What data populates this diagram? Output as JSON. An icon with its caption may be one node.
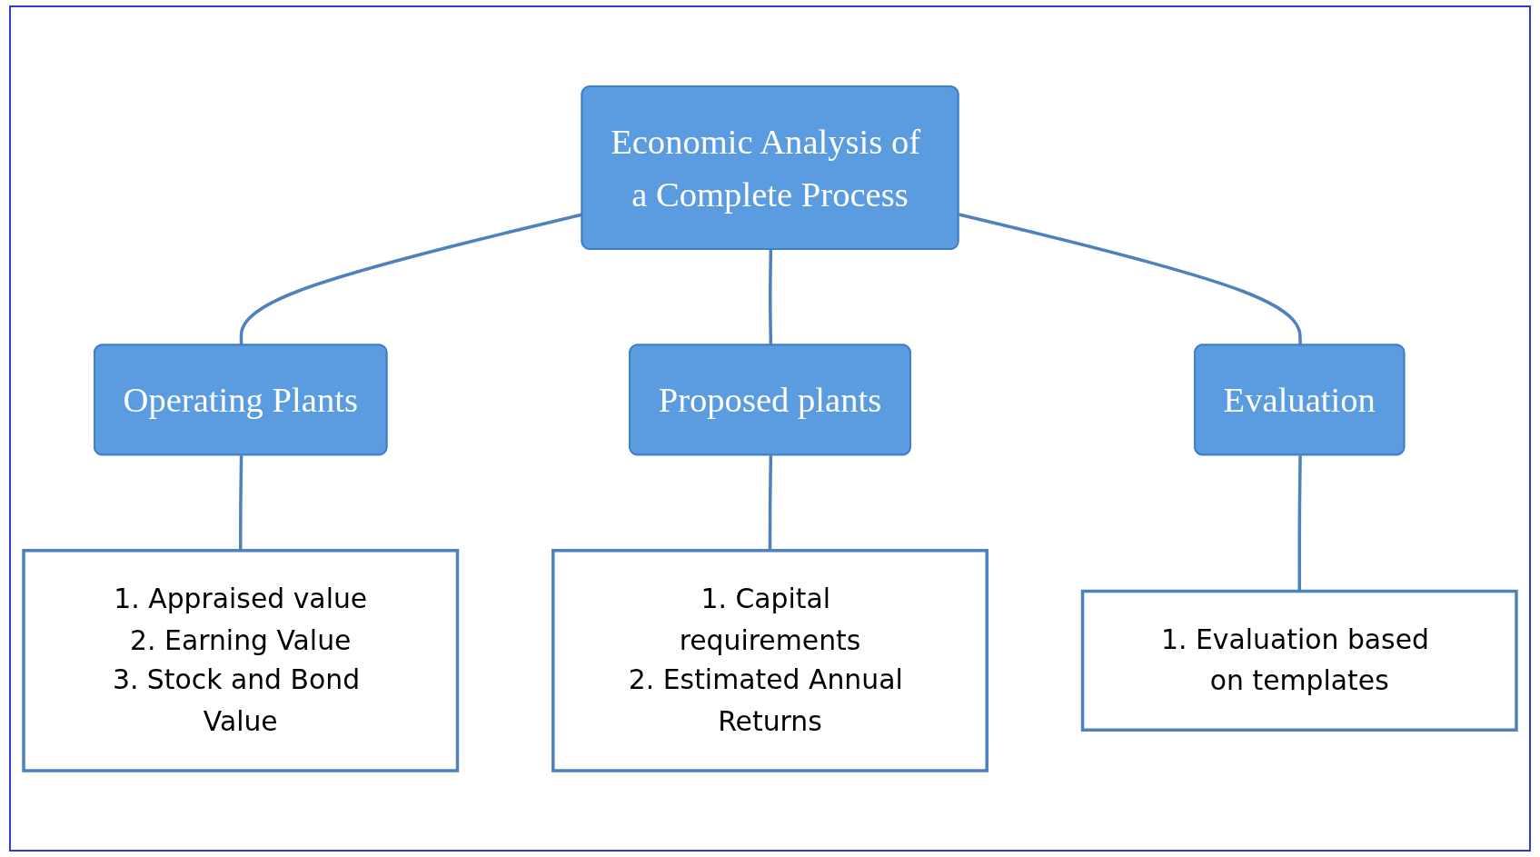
{
  "diagram": {
    "nodes": [
      {
        "text": [
          "Operating Plants"
        ]
      },
      {
        "text": [
          "1. Appraised value",
          "2. Earning Value",
          "3. Stock and Bond Value"
        ]
      },
      {
        "text": [
          "Economic Analysis of a Complete Process"
        ]
      },
      {
        "text": [
          "Proposed plants"
        ]
      },
      {
        "text": [
          "Evaluation"
        ]
      },
      {
        "text": [
          "1. Capital requirements",
          "2. Estimated Annual Returns"
        ]
      },
      {
        "text": [
          "1. Evaluation based on templates"
        ]
      }
    ],
    "edges": [
      {
        "from": 0,
        "to": 1,
        "arrow": "none"
      },
      {
        "from": 2,
        "to": 0,
        "arrow": "none"
      },
      {
        "from": 2,
        "to": 3,
        "arrow": "none"
      },
      {
        "from": 2,
        "to": 4,
        "arrow": "none"
      },
      {
        "from": 3,
        "to": 5,
        "arrow": "none"
      },
      {
        "from": 4,
        "to": 6,
        "arrow": "none"
      }
    ]
  }
}
